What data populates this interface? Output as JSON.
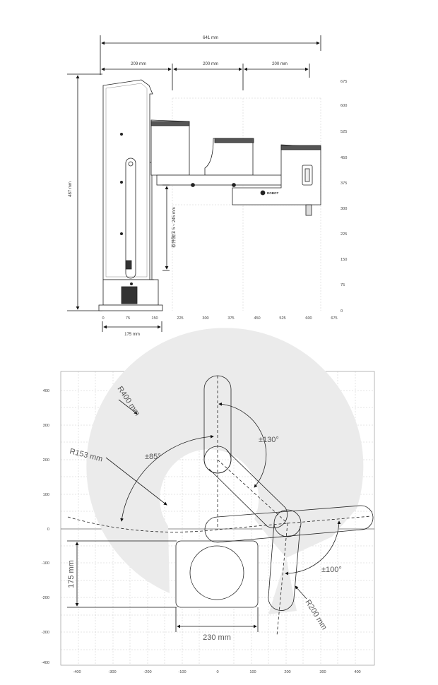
{
  "side_view": {
    "dim_total": "641 mm",
    "dim_209": "209 mm",
    "dim_200_a": "200 mm",
    "dim_200_b": "200 mm",
    "dim_height": "487 mm",
    "dim_stroke": "软件限位 5 ~ 245 mm",
    "dim_base": "175 mm",
    "brand": "DOBOT",
    "y_ticks": [
      "675",
      "600",
      "525",
      "450",
      "375",
      "300",
      "225",
      "150",
      "75",
      "0"
    ],
    "x_ticks": [
      "0",
      "75",
      "150",
      "225",
      "300",
      "375",
      "450",
      "525",
      "600",
      "675"
    ]
  },
  "top_view": {
    "r400": "R400 mm",
    "r153": "R153 mm",
    "r200": "R200 mm",
    "a85": "±85°",
    "a130": "±130°",
    "a100": "±100°",
    "base_h": "175 mm",
    "base_w": "230 mm",
    "y_ticks": [
      "400",
      "300",
      "200",
      "100",
      "0",
      "-100",
      "-200",
      "-300",
      "-400"
    ],
    "x_ticks": [
      "-400",
      "-300",
      "-200",
      "-100",
      "0",
      "100",
      "200",
      "300",
      "400"
    ]
  }
}
